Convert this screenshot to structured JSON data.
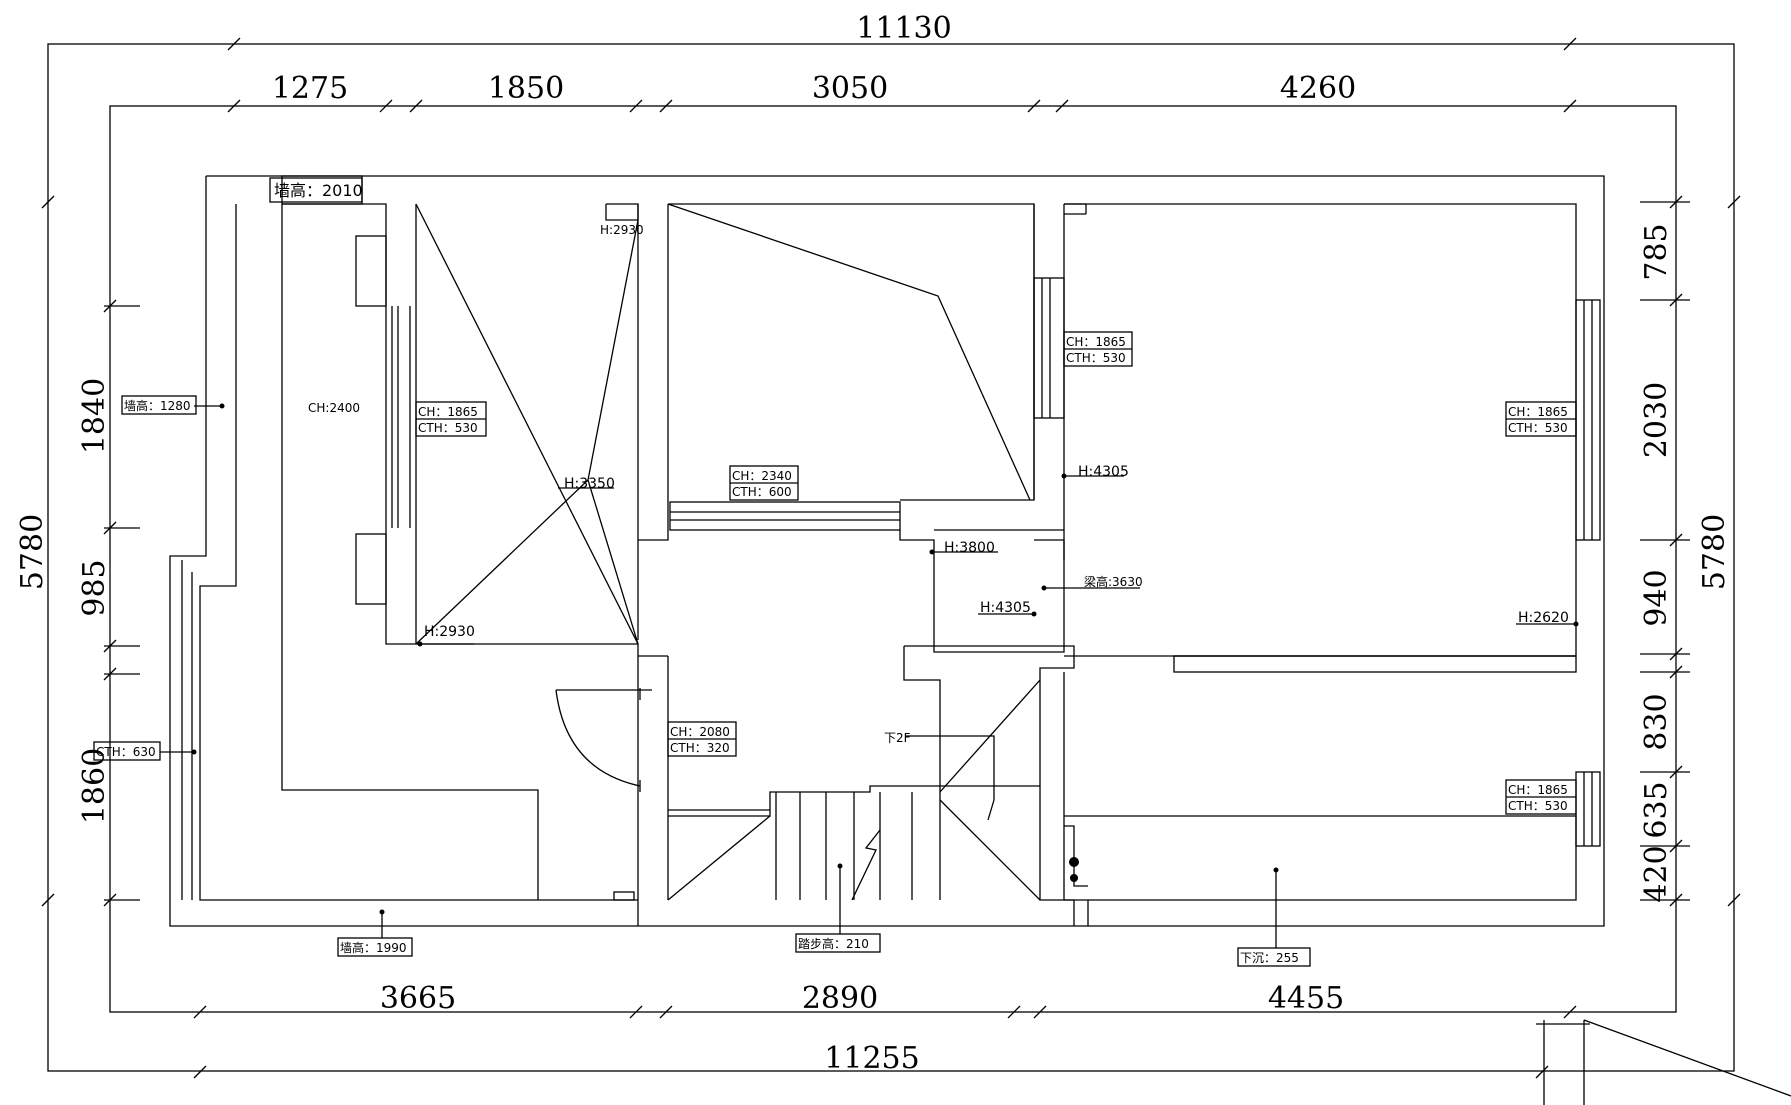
{
  "dimensions": {
    "top_overall": "11130",
    "top_segments": [
      "1275",
      "1850",
      "3050",
      "4260"
    ],
    "bottom_segments": [
      "3665",
      "2890",
      "4455"
    ],
    "bottom_overall": "11255",
    "left_overall": "5780",
    "left_segments": [
      "1840",
      "985",
      "1860"
    ],
    "right_overall": "5780",
    "right_segments": [
      "785",
      "2030",
      "940",
      "830",
      "635",
      "420"
    ]
  },
  "annotations": {
    "wall_height_top": "墙高：2010",
    "wall_height_left": "墙高：1280",
    "wall_height_bottom": "墙高：1990",
    "ceiling_left_room": "CH:2400",
    "h_2930_top": "H:2930",
    "h_3350": "H:3350",
    "h_2930_bottom": "H:2930",
    "window_a_ch": "CH：1865",
    "window_a_cth": "CTH：530",
    "window_b_ch": "CH：2340",
    "window_b_cth": "CTH：600",
    "window_c_ch": "CH：1865",
    "window_c_cth": "CTH：530",
    "window_d_ch": "CH：1865",
    "window_d_cth": "CTH：530",
    "window_e_ch": "CH：1865",
    "window_e_cth": "CTH：530",
    "door_ch": "CH：2080",
    "door_cth": "CTH：320",
    "cth_left": "CTH：630",
    "h_4305_top": "H:4305",
    "h_3800": "H:3800",
    "h_4305_mid": "H:4305",
    "beam_height": "梁高:3630",
    "h_2620": "H:2620",
    "stair_down": "下2F",
    "step_height": "踏步高：210",
    "sink_depth": "下沉：255"
  }
}
